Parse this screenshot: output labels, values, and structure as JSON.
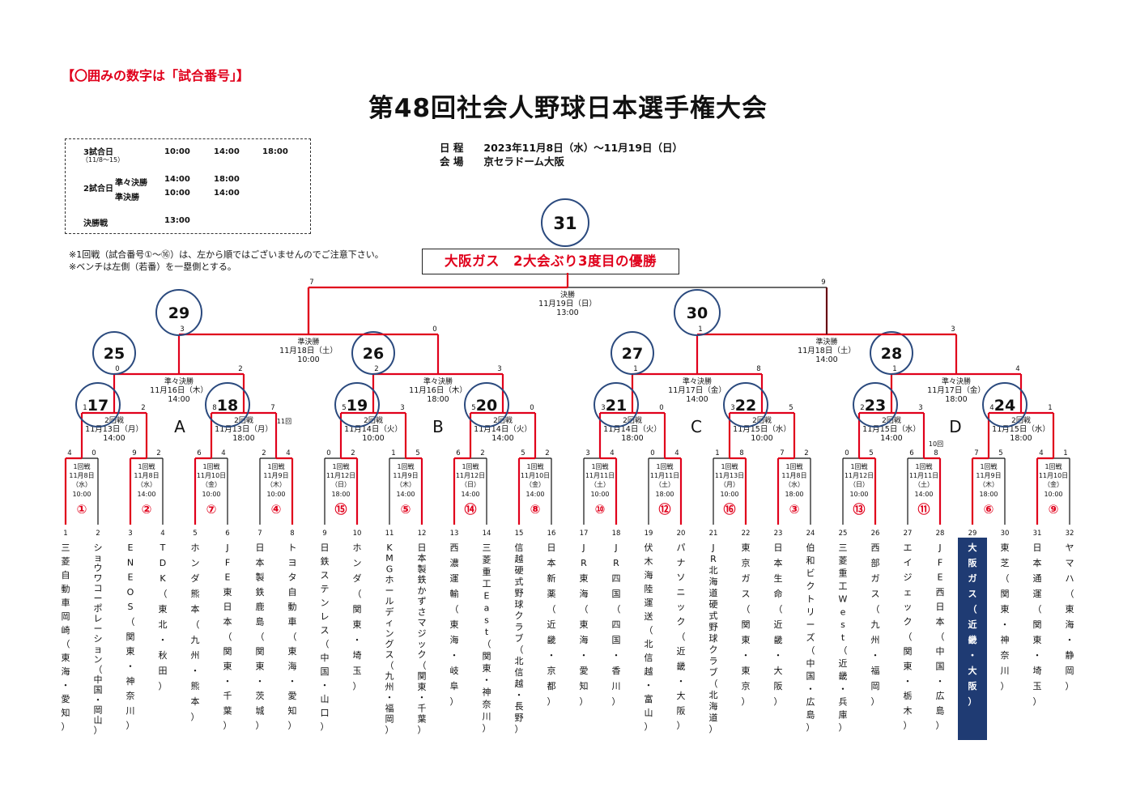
{
  "notice": "【〇囲みの数字は「試合番号」】",
  "title": "第48回社会人野球日本選手権大会",
  "schedule": {
    "three_games_label": "3試合日",
    "three_games_dates": "（11/8～15）",
    "three_games_times": [
      "10:00",
      "14:00",
      "18:00"
    ],
    "two_games_label": "2試合日",
    "qf_label": "準々決勝",
    "qf_times": [
      "14:00",
      "18:00"
    ],
    "sf_label": "準決勝",
    "sf_times": [
      "10:00",
      "14:00"
    ],
    "final_label": "決勝戦",
    "final_time": "13:00"
  },
  "event": {
    "date_label": "日 程",
    "date_value": "2023年11月8日（水）～11月19日（日）",
    "venue_label": "会 場",
    "venue_value": "京セラドーム大阪"
  },
  "notes": [
    "※1回戦（試合番号①～⑯）は、左から順ではございませんのでご注意下さい。",
    "※ベンチは左側（若番）を一塁側とする。"
  ],
  "champion_banner": "大阪ガス　2大会ぶり3度目の優勝",
  "final": {
    "number": "31",
    "round": "決勝",
    "date": "11月19日（日）",
    "time": "13:00",
    "scores": [
      "7",
      "9"
    ]
  },
  "semis": [
    {
      "number": "29",
      "round": "準決勝",
      "date": "11月18日（土）",
      "time": "10:00",
      "scores": [
        "3",
        "0"
      ]
    },
    {
      "number": "30",
      "round": "準決勝",
      "date": "11月18日（土）",
      "time": "14:00",
      "scores": [
        "1",
        "3"
      ]
    }
  ],
  "quarters": [
    {
      "number": "25",
      "round": "準々決勝",
      "date": "11月16日（木）",
      "time": "14:00",
      "scores": [
        "0",
        "2"
      ]
    },
    {
      "number": "26",
      "round": "準々決勝",
      "date": "11月16日（木）",
      "time": "18:00",
      "scores": [
        "2",
        "3"
      ]
    },
    {
      "number": "27",
      "round": "準々決勝",
      "date": "11月17日（金）",
      "time": "14:00",
      "scores": [
        "1",
        "8"
      ]
    },
    {
      "number": "28",
      "round": "準々決勝",
      "date": "11月17日（金）",
      "time": "18:00",
      "scores": [
        "1",
        "4"
      ]
    }
  ],
  "second_round": [
    {
      "number": "17",
      "round": "2回戦",
      "date": "11月13日（月）",
      "time": "14:00",
      "scores": [
        "1",
        "2"
      ],
      "extra": ""
    },
    {
      "number": "18",
      "round": "2回戦",
      "date": "11月13日（月）",
      "time": "18:00",
      "scores": [
        "8",
        "7"
      ],
      "extra": "11回"
    },
    {
      "number": "19",
      "round": "2回戦",
      "date": "11月14日（火）",
      "time": "10:00",
      "scores": [
        "5",
        "3"
      ],
      "extra": ""
    },
    {
      "number": "20",
      "round": "2回戦",
      "date": "11月14日（火）",
      "time": "14:00",
      "scores": [
        "5",
        "0"
      ],
      "extra": ""
    },
    {
      "number": "21",
      "round": "2回戦",
      "date": "11月14日（火）",
      "time": "18:00",
      "scores": [
        "3",
        "0"
      ],
      "extra": ""
    },
    {
      "number": "22",
      "round": "2回戦",
      "date": "11月15日（水）",
      "time": "10:00",
      "scores": [
        "3",
        "5"
      ],
      "extra": ""
    },
    {
      "number": "23",
      "round": "2回戦",
      "date": "11月15日（水）",
      "time": "14:00",
      "scores": [
        "2",
        "3"
      ],
      "extra": ""
    },
    {
      "number": "24",
      "round": "2回戦",
      "date": "11月15日（水）",
      "time": "18:00",
      "scores": [
        "4",
        "1"
      ],
      "extra": ""
    }
  ],
  "blocks": [
    "A",
    "B",
    "C",
    "D"
  ],
  "first_round": [
    {
      "round": "1回戦",
      "date": "11月8日",
      "dow": "（水）",
      "time": "10:00",
      "mark": "①",
      "scores": [
        "4",
        "0"
      ],
      "winner": 0,
      "extra": ""
    },
    {
      "round": "1回戦",
      "date": "11月8日",
      "dow": "（水）",
      "time": "14:00",
      "mark": "②",
      "scores": [
        "9",
        "2"
      ],
      "winner": 0,
      "extra": ""
    },
    {
      "round": "1回戦",
      "date": "11月10日",
      "dow": "（金）",
      "time": "10:00",
      "mark": "⑦",
      "scores": [
        "6",
        "4"
      ],
      "winner": 0,
      "extra": ""
    },
    {
      "round": "1回戦",
      "date": "11月9日",
      "dow": "（木）",
      "time": "10:00",
      "mark": "④",
      "scores": [
        "2",
        "4"
      ],
      "winner": 1,
      "extra": ""
    },
    {
      "round": "1回戦",
      "date": "11月12日",
      "dow": "（日）",
      "time": "18:00",
      "mark": "⑮",
      "scores": [
        "0",
        "2"
      ],
      "winner": 1,
      "extra": ""
    },
    {
      "round": "1回戦",
      "date": "11月9日",
      "dow": "（木）",
      "time": "14:00",
      "mark": "⑤",
      "scores": [
        "1",
        "5"
      ],
      "winner": 1,
      "extra": ""
    },
    {
      "round": "1回戦",
      "date": "11月12日",
      "dow": "（日）",
      "time": "14:00",
      "mark": "⑭",
      "scores": [
        "6",
        "2"
      ],
      "winner": 0,
      "extra": ""
    },
    {
      "round": "1回戦",
      "date": "11月10日",
      "dow": "（金）",
      "time": "14:00",
      "mark": "⑧",
      "scores": [
        "5",
        "2"
      ],
      "winner": 0,
      "extra": ""
    },
    {
      "round": "1回戦",
      "date": "11月11日",
      "dow": "（土）",
      "time": "10:00",
      "mark": "⑩",
      "scores": [
        "3",
        "4"
      ],
      "winner": 1,
      "extra": ""
    },
    {
      "round": "1回戦",
      "date": "11月11日",
      "dow": "（土）",
      "time": "18:00",
      "mark": "⑫",
      "scores": [
        "0",
        "4"
      ],
      "winner": 1,
      "extra": ""
    },
    {
      "round": "1回戦",
      "date": "11月13日",
      "dow": "（月）",
      "time": "10:00",
      "mark": "⑯",
      "scores": [
        "1",
        "8"
      ],
      "winner": 1,
      "extra": ""
    },
    {
      "round": "1回戦",
      "date": "11月8日",
      "dow": "（水）",
      "time": "18:00",
      "mark": "③",
      "scores": [
        "7",
        "2"
      ],
      "winner": 0,
      "extra": ""
    },
    {
      "round": "1回戦",
      "date": "11月12日",
      "dow": "（日）",
      "time": "10:00",
      "mark": "⑬",
      "scores": [
        "0",
        "5"
      ],
      "winner": 1,
      "extra": ""
    },
    {
      "round": "1回戦",
      "date": "11月11日",
      "dow": "（土）",
      "time": "14:00",
      "mark": "⑪",
      "scores": [
        "6",
        "8"
      ],
      "winner": 1,
      "extra": "10回"
    },
    {
      "round": "1回戦",
      "date": "11月9日",
      "dow": "（木）",
      "time": "18:00",
      "mark": "⑥",
      "scores": [
        "7",
        "5"
      ],
      "winner": 0,
      "extra": ""
    },
    {
      "round": "1回戦",
      "date": "11月10日",
      "dow": "（金）",
      "time": "10:00",
      "mark": "⑨",
      "scores": [
        "4",
        "1"
      ],
      "winner": 0,
      "extra": ""
    }
  ],
  "teams": [
    {
      "seed": "1",
      "name": "三菱自動車岡崎",
      "region": "（東海・愛知）"
    },
    {
      "seed": "2",
      "name": "ショウワコーポレーション",
      "region": "（中国・岡山）"
    },
    {
      "seed": "3",
      "name": "ENEOS",
      "region": "（関東・神奈川）"
    },
    {
      "seed": "4",
      "name": "TDK",
      "region": "（東北・秋田）"
    },
    {
      "seed": "5",
      "name": "ホンダ熊本",
      "region": "（九州・熊本）"
    },
    {
      "seed": "6",
      "name": "JFE東日本",
      "region": "（関東・千葉）"
    },
    {
      "seed": "7",
      "name": "日本製鉄鹿島",
      "region": "（関東・茨城）"
    },
    {
      "seed": "8",
      "name": "トヨタ自動車",
      "region": "（東海・愛知）"
    },
    {
      "seed": "9",
      "name": "日鉄ステンレス",
      "region": "（中国・山口）"
    },
    {
      "seed": "10",
      "name": "ホンダ",
      "region": "（関東・埼玉）"
    },
    {
      "seed": "11",
      "name": "KMGホールディングス",
      "region": "（九州・福岡）"
    },
    {
      "seed": "12",
      "name": "日本製鉄かずさマジック",
      "region": "（関東・千葉）"
    },
    {
      "seed": "13",
      "name": "西濃運輸",
      "region": "（東海・岐阜）"
    },
    {
      "seed": "14",
      "name": "三菱重工East",
      "region": "（関東・神奈川）"
    },
    {
      "seed": "15",
      "name": "信越硬式野球クラブ",
      "region": "（北信越・長野）"
    },
    {
      "seed": "16",
      "name": "日本新薬",
      "region": "（近畿・京都）"
    },
    {
      "seed": "17",
      "name": "JR東海",
      "region": "（東海・愛知）"
    },
    {
      "seed": "18",
      "name": "JR四国",
      "region": "（四国・香川）"
    },
    {
      "seed": "19",
      "name": "伏木海陸運送",
      "region": "（北信越・富山）"
    },
    {
      "seed": "20",
      "name": "パナソニック",
      "region": "（近畿・大阪）"
    },
    {
      "seed": "21",
      "name": "JR北海道硬式野球クラブ",
      "region": "（北海道）"
    },
    {
      "seed": "22",
      "name": "東京ガス",
      "region": "（関東・東京）"
    },
    {
      "seed": "23",
      "name": "日本生命",
      "region": "（近畿・大阪）"
    },
    {
      "seed": "24",
      "name": "伯和ビクトリーズ",
      "region": "（中国・広島）"
    },
    {
      "seed": "25",
      "name": "三菱重工West",
      "region": "（近畿・兵庫）"
    },
    {
      "seed": "26",
      "name": "西部ガス",
      "region": "（九州・福岡）"
    },
    {
      "seed": "27",
      "name": "エイジェック",
      "region": "（関東・栃木）"
    },
    {
      "seed": "28",
      "name": "JFE西日本",
      "region": "（中国・広島）"
    },
    {
      "seed": "29",
      "name": "大阪ガス",
      "region": "（近畿・大阪）"
    },
    {
      "seed": "30",
      "name": "東芝",
      "region": "（関東・神奈川）"
    },
    {
      "seed": "31",
      "name": "日本通運",
      "region": "（関東・埼玉）"
    },
    {
      "seed": "32",
      "name": "ヤマハ",
      "region": "（東海・静岡）"
    }
  ],
  "colors": {
    "win_line": "#e0001b",
    "line": "#111111",
    "circle": "#2b4a7e",
    "champion_fill": "#1f3b73",
    "champion_text": "#ffffff"
  }
}
